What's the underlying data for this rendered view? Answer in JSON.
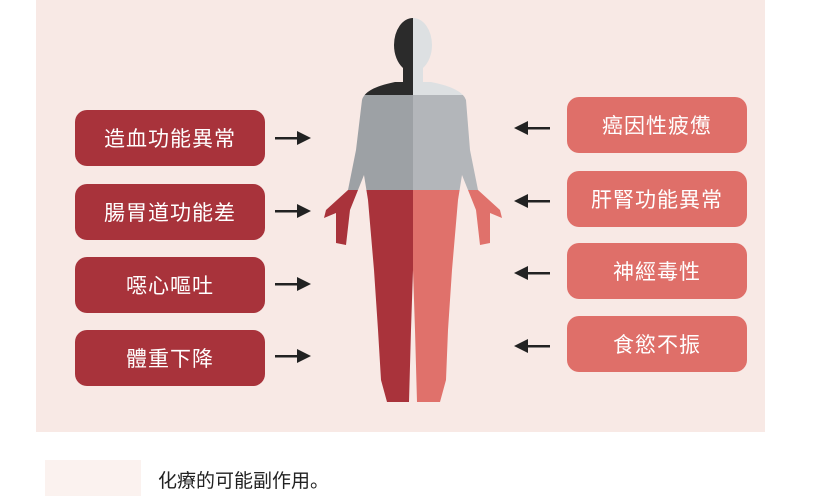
{
  "left_effects": [
    "造血功能異常",
    "腸胃道功能差",
    "噁心嘔吐",
    "體重下降"
  ],
  "right_effects": [
    "癌因性疲憊",
    "肝腎功能異常",
    "神經毒性",
    "食慾不振"
  ],
  "caption": "化療的可能副作用。",
  "colors": {
    "left_box": "#a8333b",
    "right_box": "#df6f69",
    "panel": "#f8e9e5",
    "arrow": "#222222"
  }
}
